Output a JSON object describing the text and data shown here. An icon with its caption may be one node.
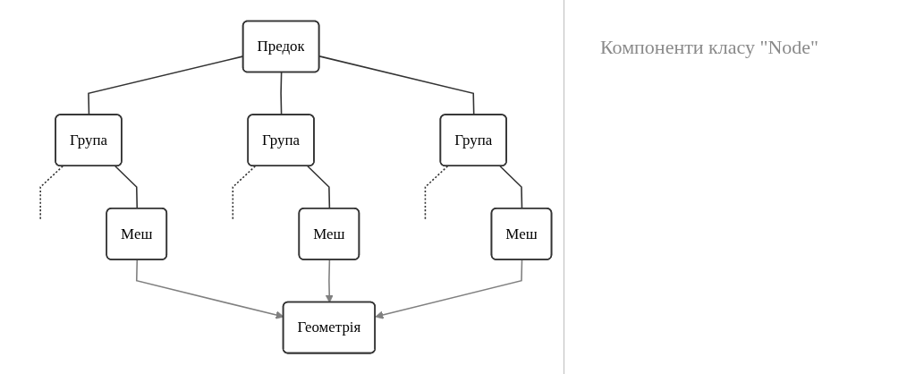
{
  "diagram": {
    "nodes": [
      {
        "text": [
          "Предок"
        ]
      },
      {
        "text": [
          "Група"
        ]
      },
      {
        "text": [
          "Група"
        ]
      },
      {
        "text": [
          "Група"
        ]
      },
      {
        "text": [
          "Меш"
        ]
      },
      {
        "text": [
          "Меш"
        ]
      },
      {
        "text": [
          "Меш"
        ]
      },
      {
        "text": [
          "Геометрія"
        ]
      }
    ],
    "edges": [
      {
        "from": 0,
        "to": 1,
        "arrow": "none"
      },
      {
        "from": 0,
        "to": 2,
        "arrow": "none"
      },
      {
        "from": 0,
        "to": 3,
        "arrow": "none"
      },
      {
        "from": 1,
        "to": null,
        "arrow": "none",
        "style": "dashed"
      },
      {
        "from": 1,
        "to": 4,
        "arrow": "none"
      },
      {
        "from": 2,
        "to": null,
        "arrow": "none",
        "style": "dashed"
      },
      {
        "from": 2,
        "to": 5,
        "arrow": "none"
      },
      {
        "from": 3,
        "to": null,
        "arrow": "none",
        "style": "dashed"
      },
      {
        "from": 3,
        "to": 6,
        "arrow": "none"
      },
      {
        "from": 4,
        "to": 7,
        "arrow": "to",
        "color": "#808080"
      },
      {
        "from": 5,
        "to": 7,
        "arrow": "to",
        "color": "#808080"
      },
      {
        "from": 6,
        "to": 7,
        "arrow": "to",
        "color": "#808080"
      }
    ],
    "labels": [
      "Компоненти класу \"Node\""
    ]
  }
}
